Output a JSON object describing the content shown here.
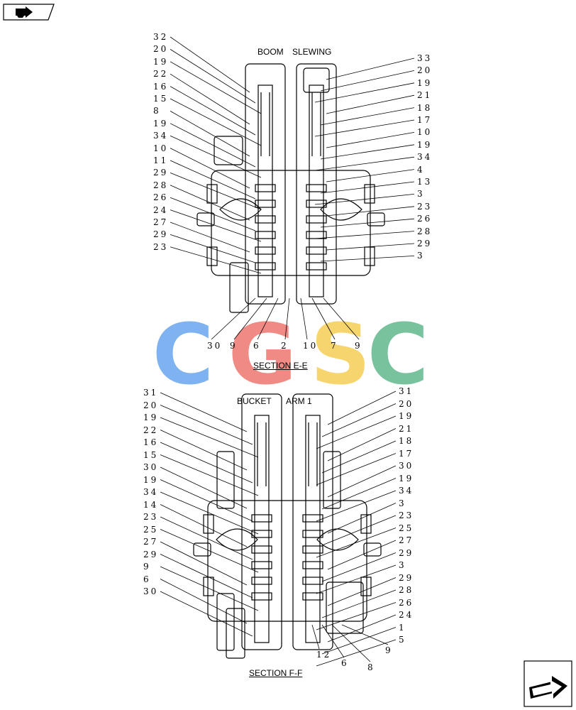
{
  "top": {
    "heading_left": "BOOM",
    "heading_right": "SLEWING",
    "section": "SECTION  E-E",
    "labels_left": [
      "32",
      "20",
      "19",
      "22",
      "16",
      "15",
      "8",
      "19",
      "34",
      "10",
      "11",
      "29",
      "28",
      "26",
      "24",
      "27",
      "29",
      "23"
    ],
    "labels_right": [
      "33",
      "20",
      "19",
      "21",
      "18",
      "17",
      "10",
      "19",
      "34",
      "4",
      "13",
      "3",
      "23",
      "26",
      "28",
      "29",
      "3"
    ],
    "labels_bottom": [
      "30",
      "9",
      "6",
      "2",
      "10",
      "7",
      "9"
    ]
  },
  "bottom": {
    "heading_left": "BUCKET",
    "heading_right": "ARM 1",
    "section": "SECTION  F-F",
    "labels_left": [
      "31",
      "20",
      "19",
      "22",
      "16",
      "15",
      "30",
      "19",
      "34",
      "14",
      "23",
      "25",
      "27",
      "29",
      "9",
      "6",
      "30"
    ],
    "labels_right": [
      "31",
      "20",
      "19",
      "21",
      "18",
      "17",
      "30",
      "19",
      "34",
      "3",
      "23",
      "25",
      "27",
      "29",
      "3",
      "29",
      "28",
      "26",
      "24",
      "1",
      "5"
    ],
    "labels_bottom": [
      "12",
      "6",
      "8",
      "9"
    ]
  },
  "watermark": {
    "letters": [
      "C",
      "G",
      "S",
      "C"
    ],
    "colors": [
      "#7fb2f0",
      "#f08a85",
      "#f7d56e",
      "#78c29e"
    ]
  },
  "icons": {
    "top_left": "book-arrow-icon",
    "bottom_right": "next-page-arrow-icon"
  }
}
